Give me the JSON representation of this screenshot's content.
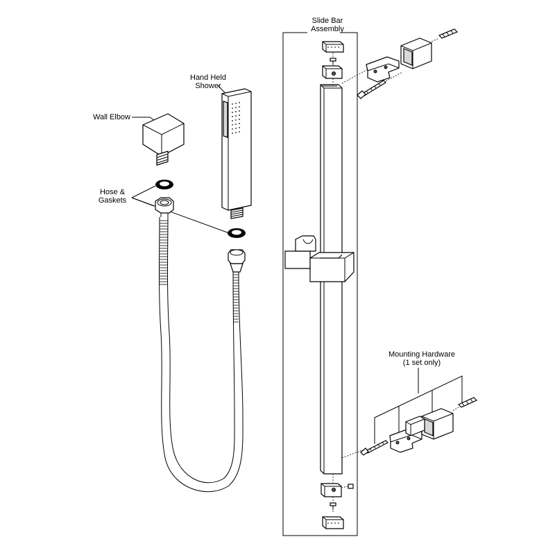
{
  "labels": {
    "slide_bar_line1": "Slide Bar",
    "slide_bar_line2": "Assembly",
    "hand_held_line1": "Hand Held",
    "hand_held_line2": "Shower",
    "wall_elbow": "Wall Elbow",
    "hose_line1": "Hose &",
    "hose_line2": "Gaskets",
    "mounting_line1": "Mounting Hardware",
    "mounting_line2": "(1 set only)"
  }
}
